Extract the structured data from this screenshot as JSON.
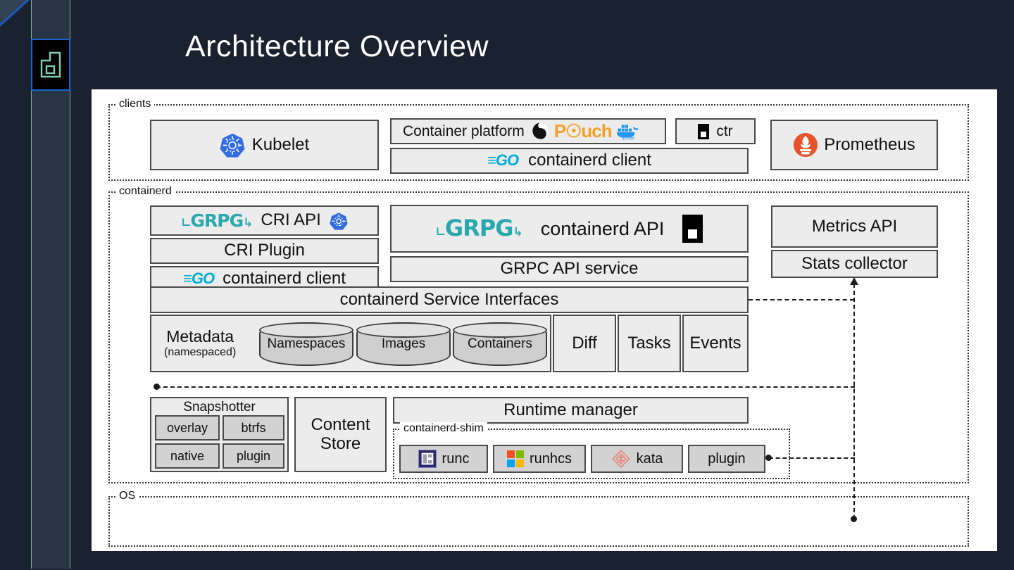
{
  "slide": {
    "title": "Architecture Overview",
    "logo_icon": "containerd-d-logo-icon",
    "accent_blue": "#1f63d6",
    "accent_teal": "#7fb3a3",
    "background": "#1b222f"
  },
  "diagram": {
    "groups": {
      "clients": "clients",
      "containerd": "containerd",
      "os": "OS",
      "shim": "containerd-shim"
    },
    "clients": {
      "kubelet": {
        "label": "Kubelet",
        "icon": "kubernetes-helm-icon"
      },
      "container_platform": {
        "label": "Container platform",
        "icons": [
          "pouch-icon",
          "pouch-wordmark",
          "docker-whale-icon"
        ]
      },
      "containerd_client": {
        "label": "containerd client",
        "icon": "golang-go-icon"
      },
      "ctr": {
        "label": "ctr",
        "icon": "containerd-mark-icon"
      },
      "prometheus": {
        "label": "Prometheus",
        "icon": "prometheus-torch-icon"
      }
    },
    "containerd": {
      "cri_api": {
        "label": "CRI API",
        "icons": [
          "grpc-icon",
          "kubernetes-helm-icon"
        ]
      },
      "cri_plugin": {
        "label": "CRI Plugin"
      },
      "cri_client": {
        "label": "containerd client",
        "icon": "golang-go-icon"
      },
      "containerd_api": {
        "label": "containerd API",
        "icons": [
          "grpc-icon",
          "containerd-mark-icon"
        ]
      },
      "grpc_api_service": {
        "label": "GRPC API service"
      },
      "metrics_api": {
        "label": "Metrics API"
      },
      "stats_collector": {
        "label": "Stats collector"
      },
      "service_interfaces": {
        "label": "containerd Service Interfaces"
      },
      "metadata": {
        "label": "Metadata",
        "sublabel": "(namespaced)"
      },
      "stores": [
        "Namespaces",
        "Images",
        "Containers"
      ],
      "services": [
        "Diff",
        "Tasks",
        "Events"
      ],
      "snapshotter": {
        "label": "Snapshotter",
        "items": [
          "overlay",
          "btrfs",
          "native",
          "plugin"
        ]
      },
      "content_store": {
        "line1": "Content",
        "line2": "Store"
      },
      "runtime_manager": {
        "label": "Runtime manager"
      },
      "shim_runtimes": [
        {
          "label": "runc",
          "icon": "runc-icon"
        },
        {
          "label": "runhcs",
          "icon": "microsoft-windows-icon"
        },
        {
          "label": "kata",
          "icon": "kata-containers-diamond-icon"
        },
        {
          "label": "plugin",
          "icon": ""
        }
      ]
    },
    "colors": {
      "box_fill": "#ececec",
      "box_fill_gray": "#d2d2d2",
      "box_stroke": "#4a4a4a",
      "grpc_teal": "#2aa8ae",
      "go_cyan": "#00acd7",
      "pouch_orange": "#f4a028",
      "docker_blue": "#2496ed",
      "kubernetes_blue": "#326ce5",
      "prometheus_orange": "#e6522c",
      "kata_red": "#e8806f",
      "runc_navy": "#2b2a6e"
    }
  }
}
